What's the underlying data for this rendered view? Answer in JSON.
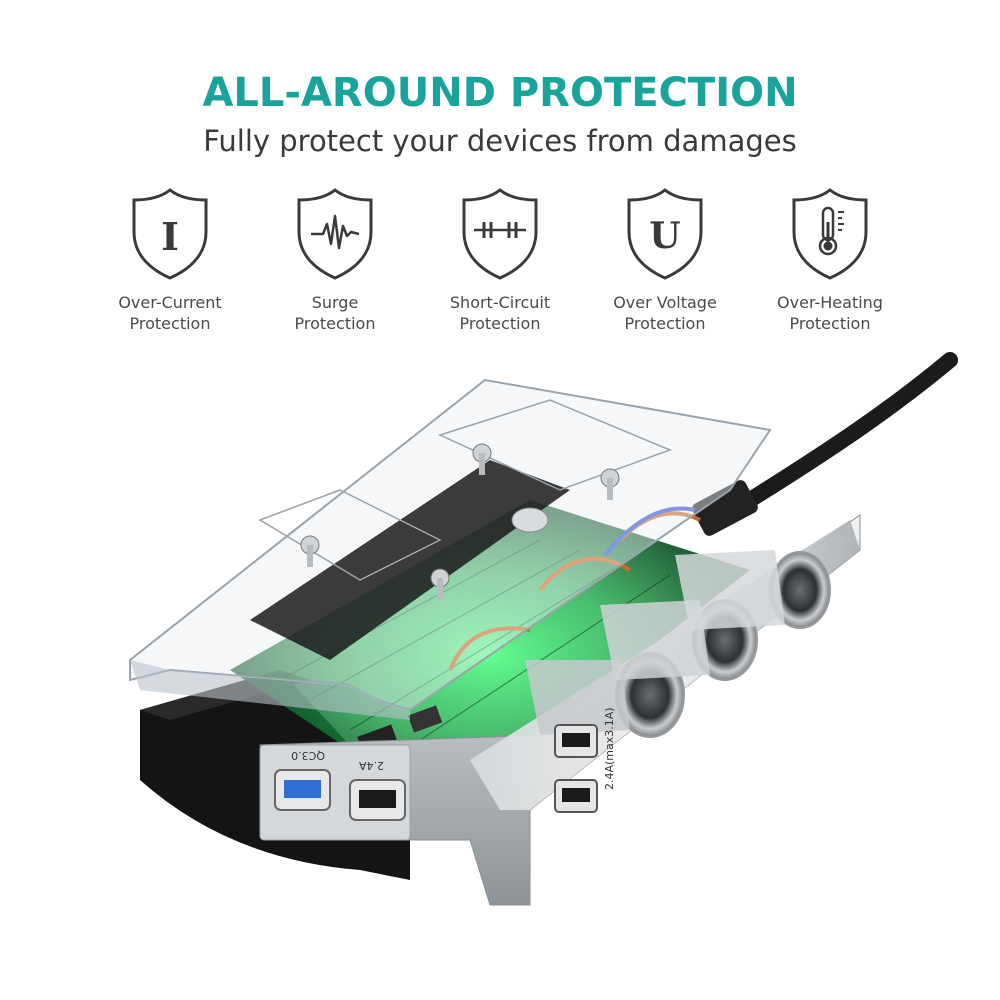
{
  "headline": "ALL-AROUND PROTECTION",
  "subhead": "Fully protect your devices from damages",
  "colors": {
    "accent": "#1aa39a",
    "icon_stroke": "#3a3a3a",
    "text": "#4a4a4a"
  },
  "features": [
    {
      "icon": "shield-letter-i-icon",
      "glyph": "I",
      "line1": "Over-Current",
      "line2": "Protection"
    },
    {
      "icon": "shield-surge-wave-icon",
      "glyph": "",
      "line1": "Surge",
      "line2": "Protection"
    },
    {
      "icon": "shield-short-circuit-icon",
      "glyph": "",
      "line1": "Short-Circuit",
      "line2": "Protection"
    },
    {
      "icon": "shield-letter-u-icon",
      "glyph": "U",
      "line1": "Over Voltage",
      "line2": "Protection"
    },
    {
      "icon": "shield-thermometer-icon",
      "glyph": "",
      "line1": "Over-Heating",
      "line2": "Protection"
    }
  ],
  "product": {
    "port_labels": {
      "qc": "QC3.0",
      "usb2": "2.4A",
      "usb_pair": "2.4A(max3.1A)"
    }
  }
}
